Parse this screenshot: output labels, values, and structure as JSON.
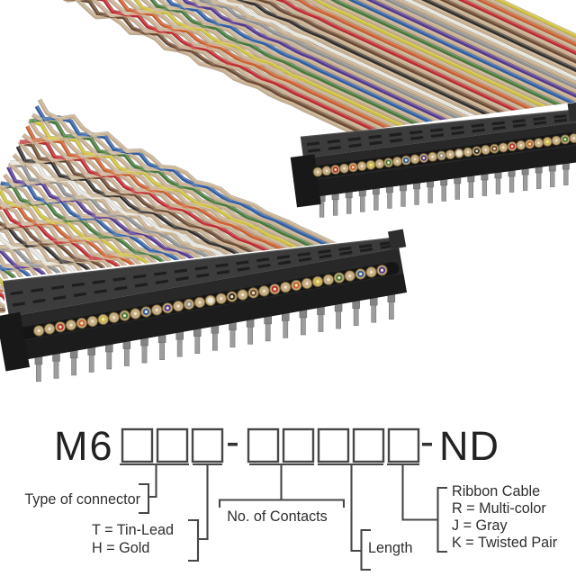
{
  "part_number": {
    "prefix": "M6",
    "suffix": "ND",
    "separator": "-",
    "group1_boxes": 3,
    "group2_boxes": 5,
    "labels": {
      "type_of_connector": "Type of connector",
      "plating_t": "T = Tin-Lead",
      "plating_h": "H = Gold",
      "contacts": "No. of Contacts",
      "length": "Length",
      "ribbon_title": "Ribbon Cable",
      "ribbon_r": "R = Multi-color",
      "ribbon_j": "J = Gray",
      "ribbon_k": "K = Twisted Pair"
    },
    "line_color": "#474747",
    "text_color": "#2e2e2e"
  },
  "photo": {
    "description": "two multi-color twisted-pair ribbon cables terminated in black IDC pin connectors",
    "wire_palette": {
      "tan": "#c7ae8e",
      "brown": "#6e4a30",
      "red": "#bf2b2f",
      "orange": "#cc5f2e",
      "yellow": "#cfbf3e",
      "green": "#47793b",
      "blue": "#2f5ea3",
      "purple": "#55388f",
      "gray": "#8e8e8e",
      "white": "#e7e4dc",
      "black": "#332e2a"
    },
    "pair_color_cycle": [
      "brown",
      "red",
      "orange",
      "yellow",
      "green",
      "blue",
      "purple",
      "gray",
      "white",
      "black"
    ],
    "body_color": "#282828",
    "body_dark": "#1c1c1c",
    "top_face_color": "#3c3c3c",
    "dash_color": "#1e1e1e",
    "cap_color": "#181818",
    "pin_shank": "#838383",
    "pin_tip": "#9d9d9d",
    "ferrule_ring": "#c4ab7a",
    "ferrule_edge": "#6d5c38",
    "ferrule_center": "#efe6c2",
    "connectors": [
      {
        "name": "upper-right-connector",
        "pin_count": 20,
        "dots": [
          "tan",
          "tan",
          "red",
          "tan",
          "orange",
          "tan",
          "yellow",
          "tan",
          "green",
          "tan",
          "blue",
          "tan",
          "purple",
          "tan",
          "gray",
          "tan",
          "white",
          "tan",
          "black",
          "tan",
          "brown",
          "tan",
          "red",
          "tan",
          "orange",
          "tan",
          "yellow",
          "tan",
          "green",
          "tan"
        ]
      },
      {
        "name": "lower-left-connector",
        "pin_count": 21,
        "dots": [
          "tan",
          "tan",
          "red",
          "tan",
          "orange",
          "tan",
          "yellow",
          "tan",
          "green",
          "tan",
          "blue",
          "tan",
          "purple",
          "tan",
          "gray",
          "tan",
          "white",
          "tan",
          "black",
          "tan",
          "brown",
          "tan",
          "red",
          "tan",
          "orange",
          "tan",
          "yellow",
          "tan",
          "green",
          "tan",
          "blue",
          "tan",
          "purple"
        ]
      }
    ],
    "bands": [
      {
        "name": "upper-wire-band",
        "wires": 48
      },
      {
        "name": "lower-wire-band",
        "wires": 53
      }
    ]
  }
}
